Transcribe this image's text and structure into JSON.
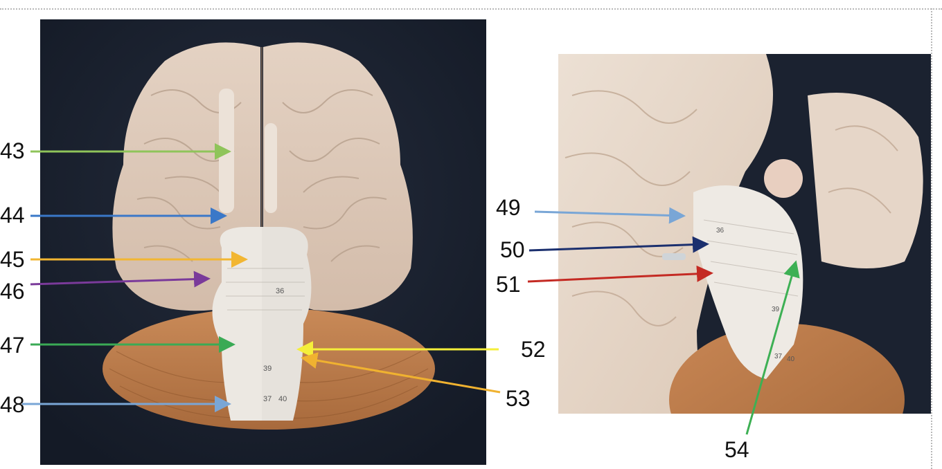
{
  "labels": {
    "l43": "43",
    "l44": "44",
    "l45": "45",
    "l46": "46",
    "l47": "47",
    "l48": "48",
    "l49": "49",
    "l50": "50",
    "l51": "51",
    "l52": "52",
    "l53": "53",
    "l54": "54"
  },
  "model_marks": {
    "m36": "36",
    "m39": "39",
    "m37": "37",
    "m40": "40",
    "r36": "36",
    "r39": "39",
    "r37": "37",
    "r40": "40"
  },
  "colors": {
    "light_green": "#8fc45a",
    "blue": "#3a78c8",
    "orange": "#f2b632",
    "purple": "#7a3a9a",
    "green": "#3aaa55",
    "light_blue": "#79a6d6",
    "navy": "#1b2f6e",
    "red": "#c42a23",
    "yellow": "#f5ef3a",
    "dark_orange": "#f0b230",
    "bright_green": "#3db054"
  }
}
